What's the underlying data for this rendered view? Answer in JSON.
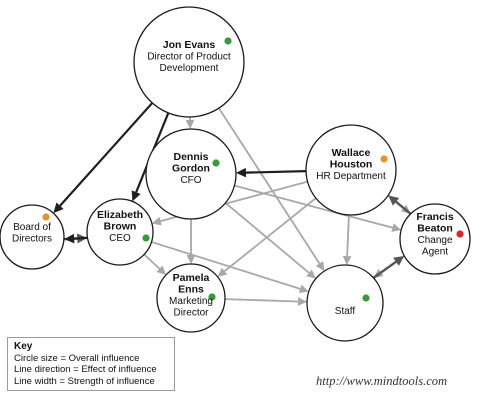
{
  "nodes": {
    "jon": {
      "name": [
        "Jon Evans"
      ],
      "role": [
        "Director of Product",
        "Development"
      ],
      "status_color": "#3a9a3a"
    },
    "dennis": {
      "name": [
        "Dennis",
        "Gordon"
      ],
      "role": [
        "CFO"
      ],
      "status_color": "#3a9a3a"
    },
    "wallace": {
      "name": [
        "Wallace",
        "Houston"
      ],
      "role": [
        "HR Department"
      ],
      "status_color": "#e8912e"
    },
    "board": {
      "name": [],
      "role": [
        "Board of",
        "Directors"
      ],
      "status_color": "#e8912e"
    },
    "elizabeth": {
      "name": [
        "Elizabeth",
        "Brown"
      ],
      "role": [
        "CEO"
      ],
      "status_color": "#3a9a3a"
    },
    "francis": {
      "name": [
        "Francis",
        "Beaton"
      ],
      "role": [
        "Change",
        "Agent"
      ],
      "status_color": "#d9262a"
    },
    "pamela": {
      "name": [
        "Pamela",
        "Enns"
      ],
      "role": [
        "Marketing",
        "Director"
      ],
      "status_color": "#3a9a3a"
    },
    "staff": {
      "name": [],
      "role": [
        "Staff"
      ],
      "status_color": "#3a9a3a"
    }
  },
  "edges": [
    {
      "from": "jon",
      "to": "board",
      "strength": "strong"
    },
    {
      "from": "jon",
      "to": "elizabeth",
      "strength": "strong"
    },
    {
      "from": "jon",
      "to": "dennis",
      "strength": "weak"
    },
    {
      "from": "jon",
      "to": "staff",
      "strength": "weak"
    },
    {
      "from": "wallace",
      "to": "dennis",
      "strength": "strong"
    },
    {
      "from": "board",
      "to": "elizabeth",
      "strength": "medium"
    },
    {
      "from": "elizabeth",
      "to": "board",
      "strength": "strong"
    },
    {
      "from": "elizabeth",
      "to": "pamela",
      "strength": "weak"
    },
    {
      "from": "elizabeth",
      "to": "staff",
      "strength": "weak"
    },
    {
      "from": "dennis",
      "to": "pamela",
      "strength": "weak"
    },
    {
      "from": "dennis",
      "to": "staff",
      "strength": "weak"
    },
    {
      "from": "dennis",
      "to": "francis",
      "strength": "weak"
    },
    {
      "from": "wallace",
      "to": "elizabeth",
      "strength": "weak"
    },
    {
      "from": "wallace",
      "to": "pamela",
      "strength": "weak"
    },
    {
      "from": "wallace",
      "to": "staff",
      "strength": "weak"
    },
    {
      "from": "wallace",
      "to": "francis",
      "strength": "weak"
    },
    {
      "from": "francis",
      "to": "wallace",
      "strength": "medium"
    },
    {
      "from": "francis",
      "to": "staff",
      "strength": "weak"
    },
    {
      "from": "staff",
      "to": "francis",
      "strength": "medium"
    },
    {
      "from": "pamela",
      "to": "staff",
      "strength": "weak"
    }
  ],
  "key": {
    "title": "Key",
    "lines": [
      "Circle size = Overall influence",
      "Line direction = Effect of influence",
      "Line width = Strength of influence"
    ]
  },
  "watermark": "http://www.mindtools.com"
}
